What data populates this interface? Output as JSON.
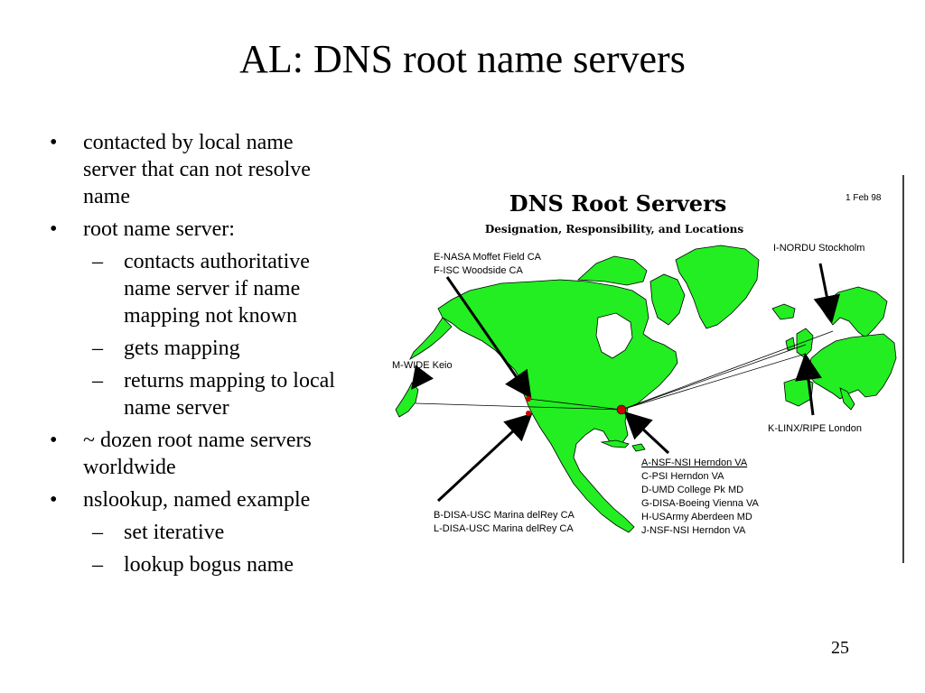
{
  "slide": {
    "title": "AL: DNS root name servers",
    "page_number": "25",
    "bullets": [
      {
        "level": 1,
        "marker": "•",
        "lines": [
          "contacted by local name",
          "server that can not resolve",
          "name"
        ]
      },
      {
        "level": 1,
        "marker": "•",
        "lines": [
          "root name server:"
        ]
      },
      {
        "level": 2,
        "marker": "–",
        "lines": [
          "contacts authoritative",
          "name server if name",
          "mapping not known"
        ]
      },
      {
        "level": 2,
        "marker": "–",
        "lines": [
          "gets mapping"
        ]
      },
      {
        "level": 2,
        "marker": "–",
        "lines": [
          "returns mapping to local",
          "name server"
        ]
      },
      {
        "level": 1,
        "marker": "•",
        "lines": [
          "~ dozen root name servers",
          "worldwide"
        ]
      },
      {
        "level": 1,
        "marker": "•",
        "lines": [
          "nslookup, named example"
        ]
      },
      {
        "level": 2,
        "marker": "–",
        "lines": [
          "set iterative"
        ]
      },
      {
        "level": 2,
        "marker": "–",
        "lines": [
          "lookup bogus name"
        ]
      }
    ]
  },
  "figure": {
    "title": "DNS Root Servers",
    "subtitle": "Designation, Responsibility, and Locations",
    "date": "1 Feb 98",
    "colors": {
      "land": "#22ee22",
      "outline": "#000000",
      "server_dot": "#cc0000"
    },
    "labels": {
      "nasa": "E-NASA Moffet Field CA",
      "isc": "F-ISC Woodside CA",
      "wide": "M-WIDE Keio",
      "nordu": "I-NORDU Stockholm",
      "linx": "K-LINX/RIPE London",
      "disa_usc": [
        "B-DISA-USC Marina delRey CA",
        "L-DISA-USC Marina delRey CA"
      ],
      "virginia": [
        "A-NSF-NSI Herndon VA",
        "C-PSI Herndon VA",
        "D-UMD College Pk MD",
        "G-DISA-Boeing Vienna VA",
        "H-USArmy Aberdeen MD",
        "J-NSF-NSI Herndon VA"
      ]
    }
  }
}
